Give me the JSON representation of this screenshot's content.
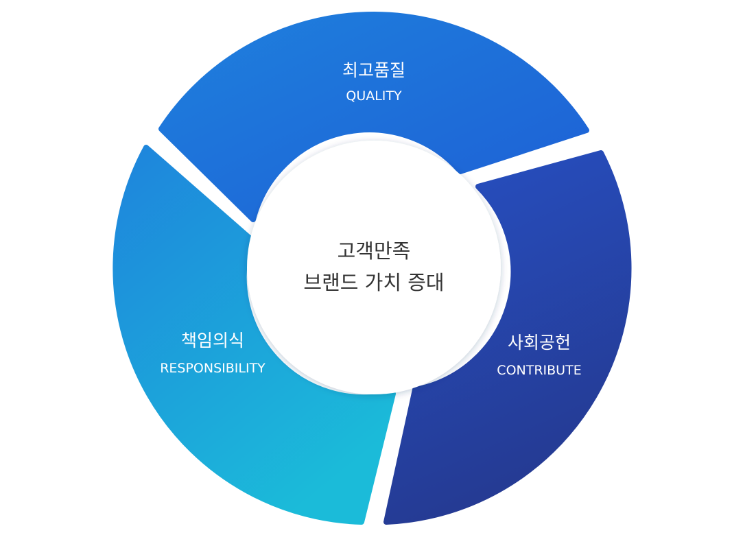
{
  "center": {
    "line1": "고객만족",
    "line2": "브랜드 가치 증대"
  },
  "segments": [
    {
      "id": "quality",
      "title": "최고품질",
      "subtitle": "QUALITY",
      "color_start": "#1f80dd",
      "color_end": "#1d5fd5"
    },
    {
      "id": "contribute",
      "title": "사회공헌",
      "subtitle": "CONTRIBUTE",
      "color_start": "#2650c3",
      "color_end": "#253a92"
    },
    {
      "id": "responsibility",
      "title": "책임의식",
      "subtitle": "RESPONSIBILITY",
      "color_start": "#1e84dc",
      "color_end": "#1bbbd9"
    }
  ]
}
